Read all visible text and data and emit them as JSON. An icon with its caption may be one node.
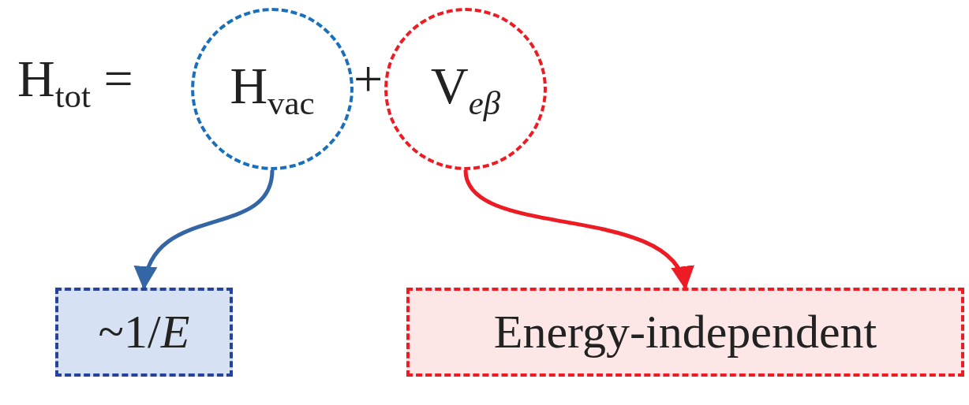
{
  "diagram": {
    "nodes": [
      {
        "text": [
          "H$_{vac}$"
        ]
      },
      {
        "text": [
          "V$_{eβ}$"
        ]
      },
      {
        "text": [
          "~1/*E*"
        ]
      },
      {
        "text": [
          "Energy-independent"
        ]
      }
    ],
    "edges": [
      {
        "from": 0,
        "to": 2,
        "arrow": "to",
        "color": "#3465a4"
      },
      {
        "from": 1,
        "to": 3,
        "arrow": "to",
        "color": "#ed1c24"
      }
    ],
    "labels": [
      "H$_{tot}$ =",
      "+"
    ]
  }
}
